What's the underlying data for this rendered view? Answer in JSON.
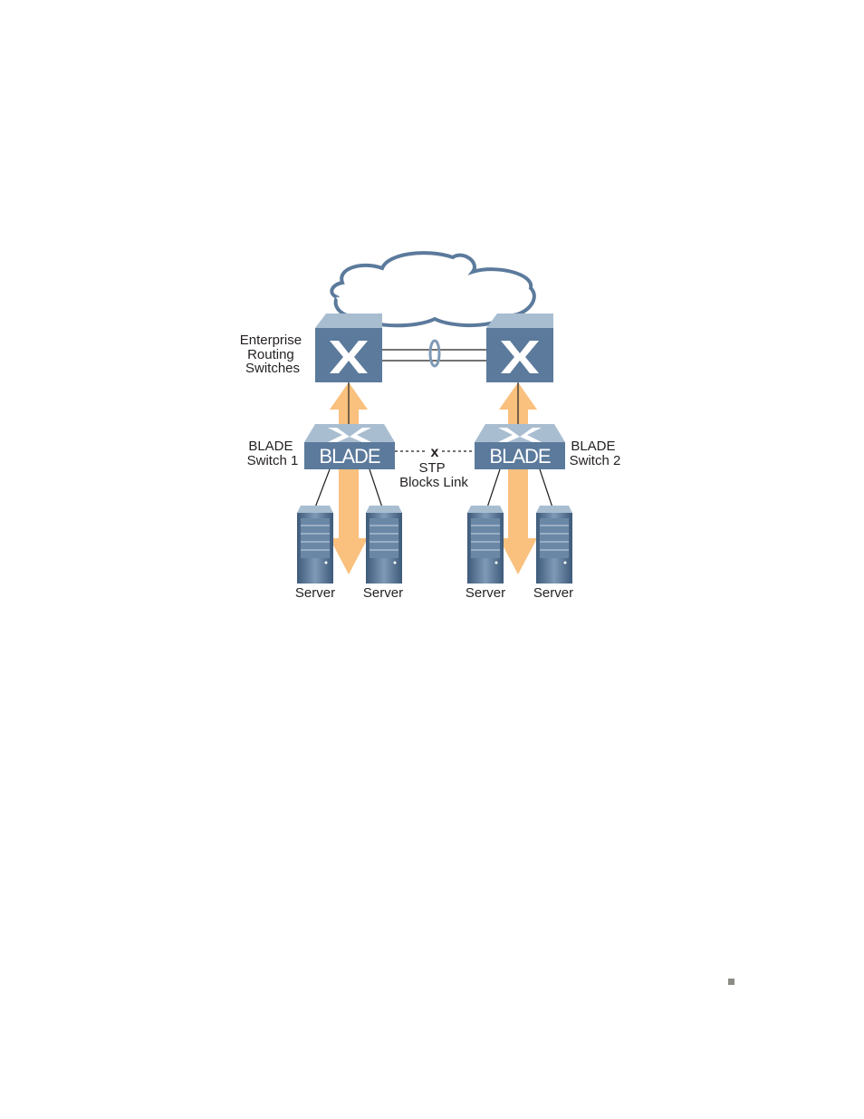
{
  "diagram": {
    "routing_label": [
      "Enterprise",
      "Routing",
      "Switches"
    ],
    "blade_switch_1_label": [
      "BLADE",
      "Switch 1"
    ],
    "blade_switch_2_label": [
      "BLADE",
      "Switch 2"
    ],
    "stp_label": [
      "STP",
      "Blocks Link"
    ],
    "blocked_mark": "x",
    "blade_logo_text": "BLADE",
    "server_label": "Server",
    "servers": [
      "Server",
      "Server",
      "Server",
      "Server"
    ]
  },
  "colors": {
    "switch_fill": "#5b7a9c",
    "switch_top": "#a9bdd0",
    "cloud_stroke": "#5b7a9c",
    "arrow": "#f9c07e",
    "server_body": "#4e6d8f"
  }
}
